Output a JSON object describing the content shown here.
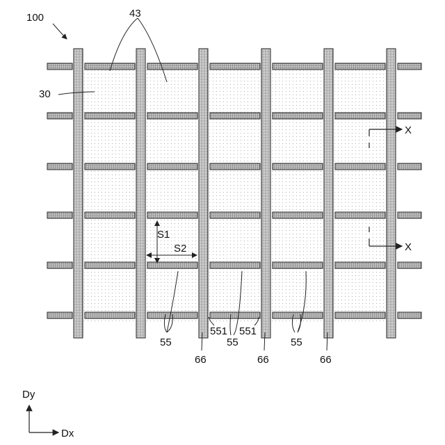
{
  "figure": {
    "ref_main": "100",
    "ref_dots_region": "43",
    "ref_substrate": "30",
    "ref_electrode": "55",
    "ref_electrode_end": "551",
    "ref_column": "66",
    "spacing_vertical": "S1",
    "spacing_horizontal": "S2",
    "section_mark": "X",
    "axis_y": "Dy",
    "axis_x": "Dx"
  },
  "colors": {
    "stroke": "#222222",
    "column_fill": "#cfcfcf",
    "bar_fill": "#bdbdbd",
    "dots_region_fill": "#f4f4f4",
    "dot_color": "#9a9a9a"
  }
}
